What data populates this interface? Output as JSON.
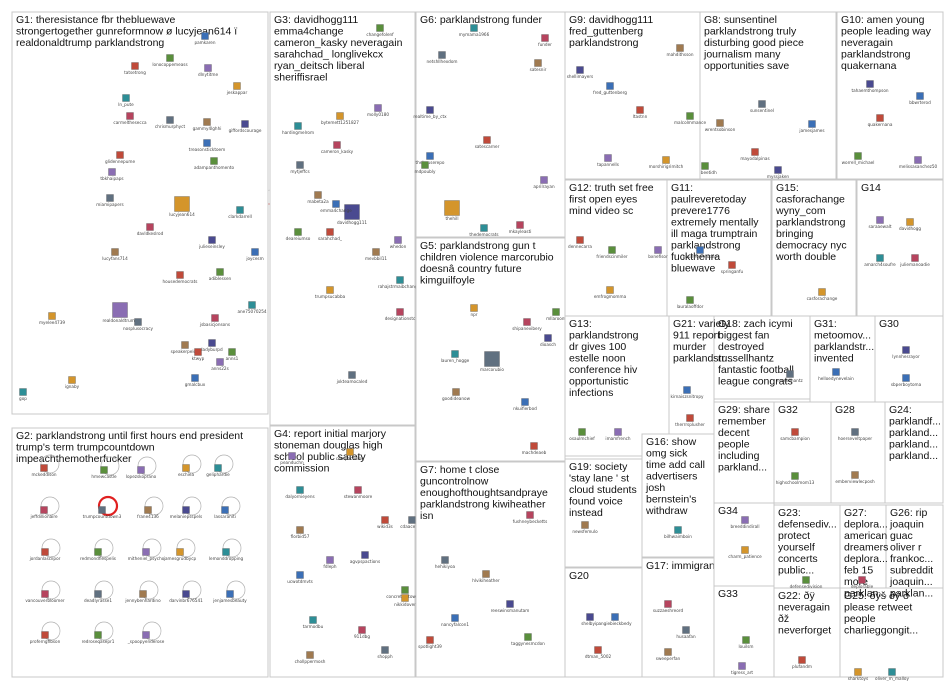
{
  "colors": {
    "group_border": "#c8c8c8",
    "edge": "#9a9a9a",
    "highlight_edge": "#d9534f",
    "self_loop_highlight": "#e02020",
    "background": "#ffffff"
  },
  "groups": [
    {
      "id": "G1",
      "lines": [
        "G1: theresistance fbr thebluewave",
        "strongertogether gunreformnow ø lucyjean614 ï",
        "realdonaldtrump parklandstrong"
      ],
      "nodes": [
        "pamkaren",
        "tatsetrong",
        "lonocoppemeass",
        "dlnytitme",
        "jeskappar",
        "ln_pute",
        "carmelthesecca",
        "chrismurphyct",
        "gammy4lghhi",
        "giffordscourage",
        "treasonsticktoem",
        "glidennepume",
        "adampanthomento",
        "tbkhaipaps",
        "lucyjean614",
        "clarkdarrell",
        "davldkeslrod",
        "miamipapers",
        "lucyfans714",
        "julieseinsley",
        "joycesm",
        "housedemocrats",
        "adiblessen",
        "realdonaldtrump",
        "myelee4739",
        "ane75070254",
        "jsbasicjonsons",
        "nosplusocracy",
        "speakerpelosi",
        "ladyburpd",
        "gmalcbux",
        "ktwyp",
        "anns1",
        "anns22s",
        "ignaby",
        "gop"
      ]
    },
    {
      "id": "G2",
      "lines": [
        "G2: parklandstrong until first hours end president",
        "trump's term trumpcountdown",
        "impeachthemotherfucker"
      ],
      "nodes": [
        "mckeddison",
        "hmewcastle",
        "lopezskoprano",
        "eschiea",
        "geliphardie",
        "jeffdillionaire",
        "trumpcountdown3",
        "frane4136",
        "melaniepsspels",
        "lassaraniti",
        "jordanlasciipor",
        "redmondfiespelis",
        "mitheniel_psycho",
        "jamesgrudbycp",
        "lemonddropping",
        "vancouverbloomer",
        "deadlyrasse1",
        "jennybenhardino",
        "darvinbr676541",
        "jenjamesbeauty",
        "proferngfibson",
        "redroseqasepr1",
        "_spoopyenderose"
      ]
    },
    {
      "id": "G3",
      "lines": [
        "G3: davidhogg111",
        "emma4change",
        "cameron_kasky neveragain",
        "sarahchad_ longlivekcx",
        "ryan_deitsch liberal",
        "sheriffisrael"
      ],
      "nodes": [
        "changefolenf",
        "molly0180",
        "bytemett1251827",
        "hardingmelrom",
        "cameron_kasky",
        "mytjeffcs",
        "mabeta2a",
        "davidhogg111",
        "emma4change",
        "sarahchad_",
        "deareiumso",
        "whedon",
        "trumpsucabba",
        "rahajstrmaibchanges",
        "designationstc",
        "jxkteamocaled",
        "mevbbil11"
      ]
    },
    {
      "id": "G4",
      "lines": [
        "G4: report initial marjory",
        "stoneman douglas high",
        "school public safety",
        "commission"
      ],
      "nodes": [
        "peanduchn",
        "campacoding",
        "dalyornieyens",
        "stewanmoore",
        "cdaacetera",
        "florbid57",
        "agvpspactions",
        "ucwotdmvts",
        "wikid3s",
        "concreteliftown63",
        "fdleph",
        "nikkidover",
        "tarmodbu",
        "911dbg",
        "shopph",
        "chollppermosh"
      ]
    },
    {
      "id": "G5",
      "lines": [
        "G5: parklandstrong gun t",
        "children violence marcorubio",
        "doesnâ country future",
        "kimguilfoyle"
      ],
      "nodes": [
        "npr",
        "lauren_hogge",
        "shipanevibery",
        "marcorubio",
        "goodideanow",
        "dioasch",
        "nkuifierbod",
        "machdeaeb",
        "mllaroom"
      ]
    },
    {
      "id": "G6",
      "lines": [
        "G6: parklandstrong funder"
      ],
      "nodes": [
        "mymama1966",
        "funder",
        "netshllhexdom",
        "satesnir",
        "realtime_by_ctx",
        "thehouserepo",
        "satescarner",
        "mdpoubly",
        "aprilrayan",
        "thehill",
        "thedemocrats",
        "mkayleasti"
      ]
    },
    {
      "id": "G7",
      "lines": [
        "G7: home t close",
        "guncontrolnow",
        "enoughofthoughtsandpraye",
        "parklandstrong kiwiheather",
        "isn"
      ],
      "nodes": [
        "fushneybecketts",
        "hehikiyoa",
        "hlvikiheather",
        "reeswinsmanutam",
        "nancyfalcon1",
        "spotlight39",
        "taggynesmcdon"
      ]
    },
    {
      "id": "G8",
      "lines": [
        "G8: sunsentinel",
        "parklandstrong truly",
        "disturbing good piece",
        "journalism many",
        "opportunities save"
      ],
      "nodes": [
        "sunsentinel",
        "wrentsobinson",
        "myssjaken",
        "jamesjames",
        "mayodalpinas",
        "cabbeetidh"
      ]
    },
    {
      "id": "G9",
      "lines": [
        "G9: davidhogg111",
        "fred_guttenberg",
        "parklandstrong"
      ],
      "nodes": [
        "mahdithsson",
        "shellimayers",
        "fred_guttenberg",
        "ltastnn",
        "malcolmmance",
        "tapannells",
        "morshirigrimitch"
      ]
    },
    {
      "id": "G10",
      "lines": [
        "G10: amen young",
        "people leading way",
        "neveragain",
        "parklandstrong",
        "quakernana"
      ],
      "nodes": [
        "tahaemthompson",
        "bbwrterod",
        "quakernana",
        "worrell_michael",
        "melissasanchez50"
      ]
    },
    {
      "id": "G11",
      "lines": [
        "G11:",
        "paulreveretoday",
        "prevere1776",
        "extremely mentally",
        "ill maga trumptrain",
        "parklandstrong",
        "fuckthenra",
        "bluewave"
      ],
      "nodes": [
        "paulreveretoday",
        "springanfu",
        "lauralaoffdor"
      ]
    },
    {
      "id": "G12",
      "lines": [
        "G12: truth set free",
        "first open eyes",
        "mind video sc"
      ],
      "nodes": [
        "dennecarra",
        "friendscinmiler",
        "bxnefisor",
        "emfrogmomma"
      ]
    },
    {
      "id": "G13",
      "lines": [
        "G13:",
        "parklandstrong",
        "dr gives 100",
        "estelle noon",
        "conference hiv",
        "opportunistic",
        "infections"
      ],
      "nodes": [
        "osaulmchief",
        "imamfrench"
      ]
    },
    {
      "id": "G14",
      "lines": [
        "G14"
      ],
      "nodes": [
        "saraaewalt",
        "davidhogg",
        "amarch4soufre",
        "juliemanoadie"
      ]
    },
    {
      "id": "G15",
      "lines": [
        "G15:",
        "casforachange",
        "wyny_com",
        "parklandstrong",
        "bringing",
        "democracy nyc",
        "worth double"
      ],
      "nodes": [
        "casforachange"
      ]
    },
    {
      "id": "G16",
      "lines": [
        "G16: show",
        "omg sick",
        "time add call",
        "advertisers",
        "josh",
        "bernstein's",
        "withdraw"
      ],
      "nodes": [
        "bilhwaimboin"
      ]
    },
    {
      "id": "G17",
      "lines": [
        "G17: immigrants"
      ],
      "nodes": [
        "suzzaeshreord",
        "husaafan",
        "sweeperfan"
      ]
    },
    {
      "id": "G18",
      "lines": [
        "G18: zach icymi",
        "biggest fan",
        "destroyed",
        "russellhantz",
        "fantastic football",
        "league congrats"
      ],
      "nodes": [
        "russellhantz"
      ]
    },
    {
      "id": "G19",
      "lines": [
        "G19: society",
        "'stay lane ' st",
        "cloud students",
        "found voice",
        "instead"
      ],
      "nodes": [
        "newsfemulo"
      ]
    },
    {
      "id": "G20",
      "lines": [
        "G20"
      ],
      "nodes": [
        "shelbyip",
        "angiebieckbedy",
        "dtman_5002"
      ]
    },
    {
      "id": "G21",
      "lines": [
        "G21: variety",
        "911 report",
        "murder",
        "parklandstr..."
      ],
      "nodes": [
        "kirnaiszsnitropy",
        "therrrsplusher"
      ]
    },
    {
      "id": "G22",
      "lines": [
        "G22: ðÿ",
        "neveragain",
        "ðž",
        "neverforget"
      ],
      "nodes": [
        "plufandm"
      ]
    },
    {
      "id": "G23",
      "lines": [
        "G23:",
        "defensediv...",
        "protect",
        "yourself",
        "concerts",
        "public..."
      ],
      "nodes": [
        "defensedivision"
      ]
    },
    {
      "id": "G24",
      "lines": [
        "G24:",
        "parklandf...",
        "parkland...",
        "parkland...",
        "parkland..."
      ],
      "nodes": []
    },
    {
      "id": "G25",
      "lines": [
        "G25: ðÿš ðÿ ð",
        "please retweet",
        "people",
        "charlieggongit..."
      ],
      "nodes": [
        "sharktoys",
        "oliver_m_malloy"
      ]
    },
    {
      "id": "G26",
      "lines": [
        "G26: rip",
        "joaquin",
        "guac",
        "oliver r",
        "frankoc...",
        "subreddit",
        "joaquin...",
        "parklan..."
      ],
      "nodes": []
    },
    {
      "id": "G27",
      "lines": [
        "G27:",
        "deplora...",
        "american",
        "dreamers",
        "deplora...",
        "feb 15",
        "more",
        "parklan..."
      ],
      "nodes": [
        "deplorable"
      ]
    },
    {
      "id": "G28",
      "lines": [
        "G28"
      ],
      "nodes": [
        "hoerseveltpaper",
        "emberviewlecposh"
      ]
    },
    {
      "id": "G29",
      "lines": [
        "G29: share",
        "remember",
        "decent",
        "people",
        "including",
        "parkland..."
      ],
      "nodes": []
    },
    {
      "id": "G30",
      "lines": [
        "G30"
      ],
      "nodes": [
        "lynnhesrayor",
        "sbperboytoma"
      ]
    },
    {
      "id": "G31",
      "lines": [
        "G31:",
        "metoomov...",
        "parklandstr...",
        "invented"
      ],
      "nodes": [
        "helloedynevelain"
      ]
    },
    {
      "id": "G32",
      "lines": [
        "G32"
      ],
      "nodes": [
        "samcbampion",
        "highschoolmom13"
      ]
    },
    {
      "id": "G33",
      "lines": [
        "G33"
      ],
      "nodes": [
        "louilsm",
        "tigress_art"
      ]
    },
    {
      "id": "G34",
      "lines": [
        "G34"
      ],
      "nodes": [
        "breeddindirall",
        "charm_patience"
      ]
    }
  ]
}
